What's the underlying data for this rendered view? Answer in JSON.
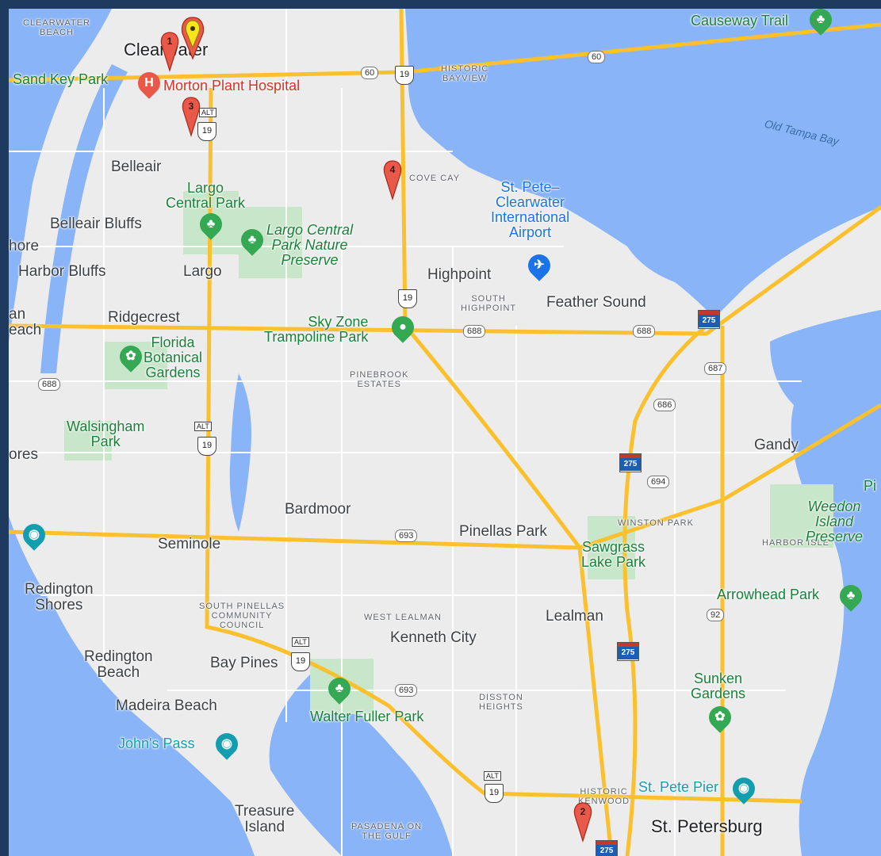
{
  "cities": {
    "clearwater": "Clearwater",
    "st_petersburg": "St. Petersburg",
    "largo": "Largo",
    "belleair": "Belleair",
    "belleair_bluffs": "Belleair Bluffs",
    "harbor_bluffs": "Harbor Bluffs",
    "ridgecrest": "Ridgecrest",
    "highpoint": "Highpoint",
    "feather_sound": "Feather Sound",
    "bardmoor": "Bardmoor",
    "pinellas_park": "Pinellas Park",
    "seminole": "Seminole",
    "lealman": "Lealman",
    "kenneth_city": "Kenneth City",
    "bay_pines": "Bay Pines",
    "gandy": "Gandy",
    "redington_shores": "Redington\nShores",
    "redington_beach": "Redington\nBeach",
    "madeira_beach": "Madeira Beach",
    "treasure_island": "Treasure\nIsland",
    "shore_partial": "hore",
    "beach_partial": "an\neach",
    "ores_partial": "ores",
    "pi_partial": "Pi"
  },
  "neighborhoods": {
    "clearwater_beach": "CLEARWATER\nBEACH",
    "historic_bayview": "HISTORIC\nBAYVIEW",
    "cove_cay": "COVE CAY",
    "south_highpoint": "SOUTH\nHIGHPOINT",
    "pinebrook_estates": "PINEBROOK\nESTATES",
    "winston_park": "WINSTON PARK",
    "harbor_isle": "HARBOR ISLE",
    "west_lealman": "WEST LEALMAN",
    "south_pinellas": "SOUTH PINELLAS\nCOMMUNITY\nCOUNCIL",
    "disston_heights": "DISSTON\nHEIGHTS",
    "historic_kenwood": "HISTORIC\nKENWOOD",
    "pasadena": "PASADENA ON\nTHE GULF"
  },
  "pois": {
    "sand_key_park": "Sand Key Park",
    "morton_plant": "Morton Plant Hospital",
    "largo_central_park": "Largo\nCentral Park",
    "largo_nature_preserve": "Largo Central\nPark Nature\nPreserve",
    "airport": "St. Pete–\nClearwater\nInternational\nAirport",
    "sky_zone": "Sky Zone\nTrampoline Park",
    "florida_botanical": "Florida\nBotanical\nGardens",
    "walsingham_park": "Walsingham\nPark",
    "weedon_island": "Weedon Island\nPreserve",
    "sawgrass_lake": "Sawgrass\nLake Park",
    "arrowhead_park": "Arrowhead Park",
    "sunken_gardens": "Sunken\nGardens",
    "walter_fuller": "Walter Fuller Park",
    "johns_pass": "John's Pass",
    "st_pete_pier": "St. Pete Pier",
    "causeway_trail": "Causeway Trail",
    "old_tampa_bay": "Old Tampa Bay"
  },
  "routes": {
    "r60": "60",
    "r19": "19",
    "r688": "688",
    "r687": "687",
    "r686": "686",
    "r694": "694",
    "r693": "693",
    "r92": "92",
    "i275": "275",
    "alt": "ALT"
  },
  "markers": [
    {
      "label": "1",
      "color": "#e8594a"
    },
    {
      "label": "2",
      "color": "#e8594a"
    },
    {
      "label": "3",
      "color": "#e8594a"
    },
    {
      "label": "4",
      "color": "#e8594a"
    },
    {
      "label": "",
      "color": "#f5e51b"
    }
  ],
  "colors": {
    "water": "#8ab4f8",
    "land": "#ececec",
    "park": "#c8e6c9",
    "highway": "#fbc02d",
    "frame": "#1e3a5f"
  }
}
